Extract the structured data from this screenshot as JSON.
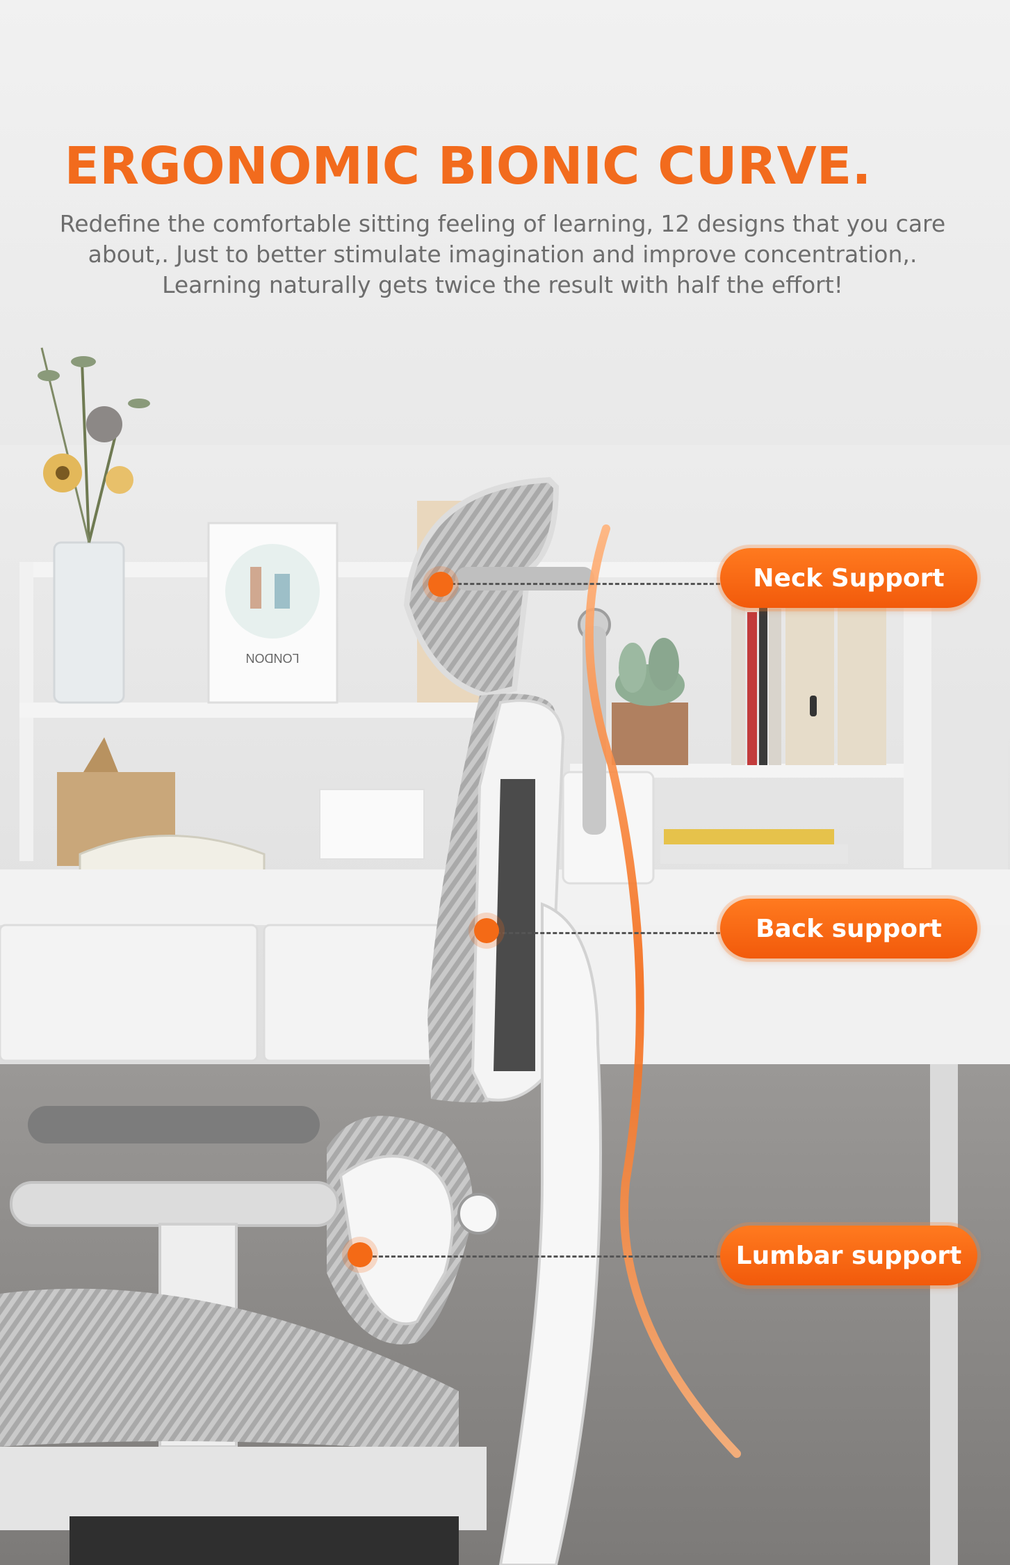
{
  "headline": "ERGONOMIC BIONIC CURVE.",
  "subtitle": {
    "line1": "Redefine the comfortable sitting feeling of learning, 12 designs that you care",
    "line2": "about,. Just to better stimulate imagination and improve concentration,.",
    "line3": "Learning naturally gets twice the result with half the effort!"
  },
  "callouts": {
    "neck": "Neck Support",
    "back": "Back support",
    "lumbar": "Lumbar support"
  },
  "props": {
    "calendar_text": "LONDON"
  },
  "colors": {
    "accent": "#f26b1d",
    "subtitle_text": "#6d6d6d"
  }
}
